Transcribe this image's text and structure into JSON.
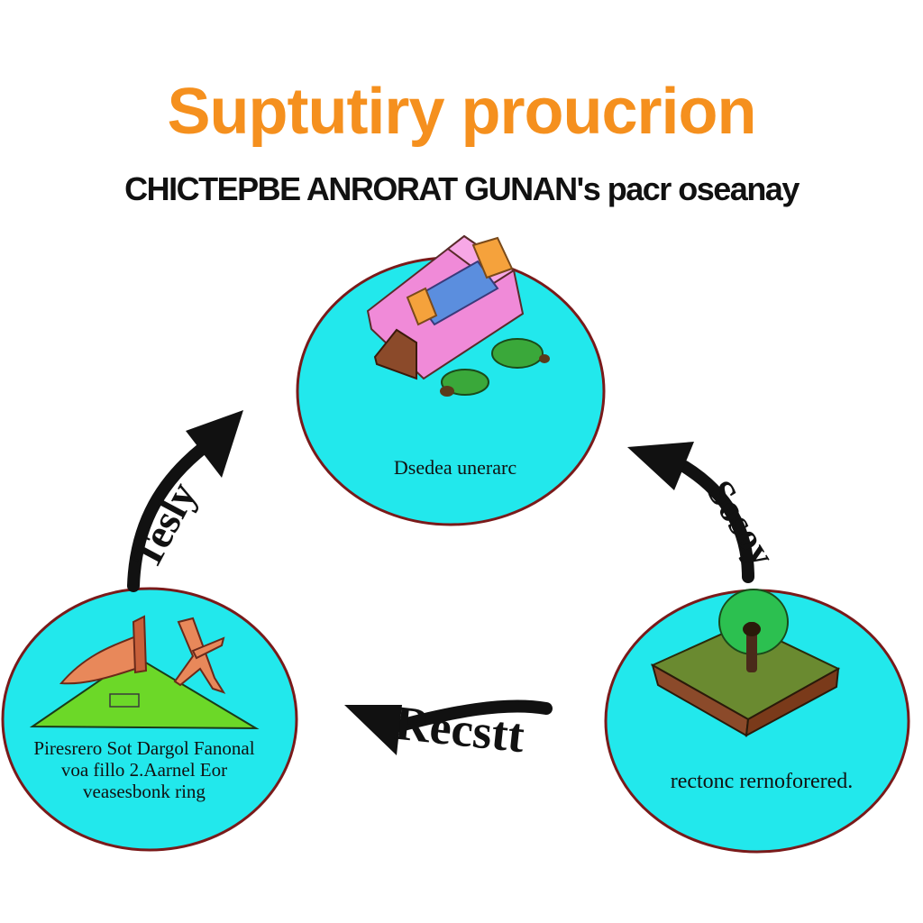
{
  "diagram": {
    "title": "Suptutiry proucrion",
    "subtitle": "CHICTEPBE ANRORAT GUNAN's pacr oseanay",
    "nodes": {
      "top": {
        "label": "Dsedea unerarc",
        "fill": "#22e8ec"
      },
      "left": {
        "label": "Piresrero Sot Dargol Fanonal voa fillo 2.Aarnel Eor veasesbonk ring",
        "fill": "#22e8ec"
      },
      "right": {
        "label": "rectonc rernoforered.",
        "fill": "#22e8ec"
      }
    },
    "arrows": {
      "left": {
        "label": "Tesly"
      },
      "right": {
        "label": "Sosoy"
      },
      "bottom": {
        "label": "Recstt"
      }
    },
    "colors": {
      "title": "#f5901e",
      "circle_fill": "#22e8ec",
      "circle_stroke": "#7a1a1a",
      "arrow": "#111111",
      "grass": "#6cd828"
    }
  }
}
